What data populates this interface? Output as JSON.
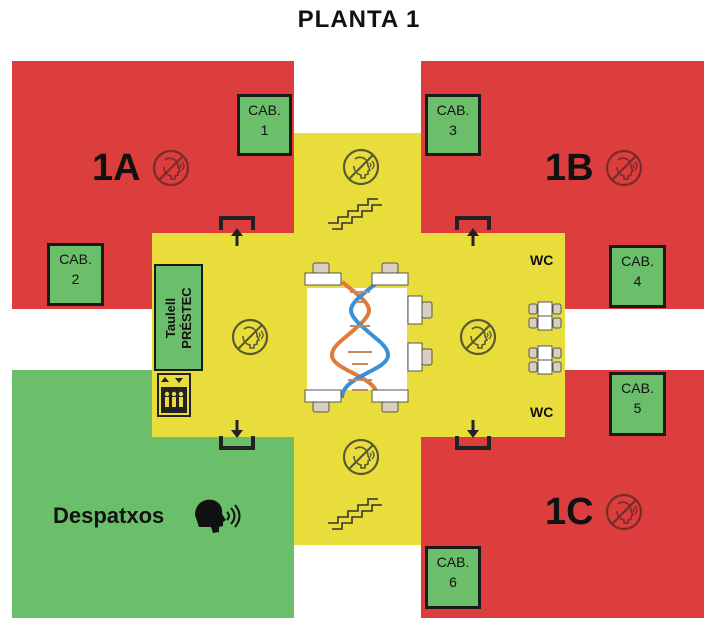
{
  "title": "PLANTA  1",
  "zones": {
    "z1a": "1A",
    "z1b": "1B",
    "z1c": "1C",
    "despatxos": "Despatxos"
  },
  "cabins": [
    {
      "label": "CAB.",
      "num": "1"
    },
    {
      "label": "CAB.",
      "num": "2"
    },
    {
      "label": "CAB.",
      "num": "3"
    },
    {
      "label": "CAB.",
      "num": "4"
    },
    {
      "label": "CAB.",
      "num": "5"
    },
    {
      "label": "CAB.",
      "num": "6"
    }
  ],
  "wc": {
    "top": "WC",
    "bottom": "WC"
  },
  "taulell": {
    "line1": "Taulell",
    "line2": "PRÉSTEC"
  },
  "colors": {
    "silent_zone": "#dc3d3d",
    "common_area": "#e9dd3c",
    "talk_zone": "#6cbf6a"
  },
  "icons": {
    "no_talking": "no-talking-icon",
    "talking": "talking-icon",
    "stairs": "stairs-icon",
    "elevator": "elevator-icon",
    "entrance_arrow": "entrance-arrow-icon",
    "dna": "dna-icon",
    "desk": "desk-icon"
  }
}
